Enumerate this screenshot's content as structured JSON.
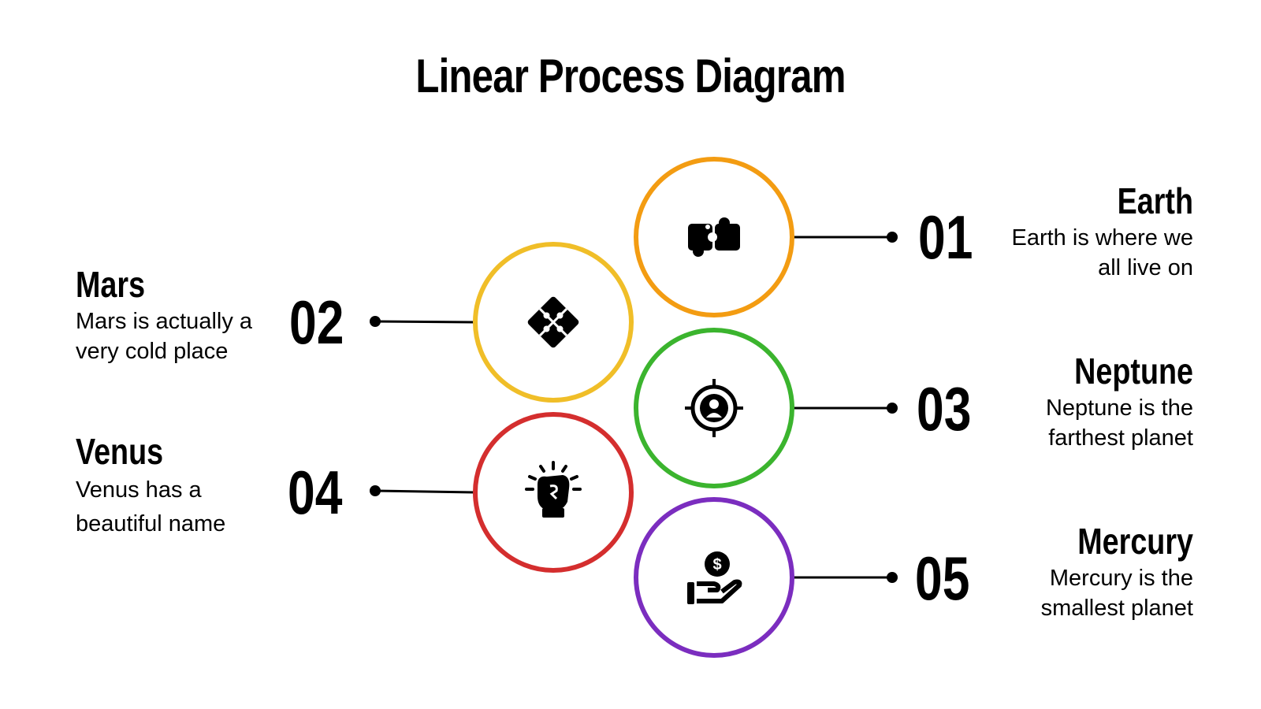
{
  "title": "Linear Process Diagram",
  "steps": [
    {
      "number": "01",
      "name": "Earth",
      "desc1": "Earth is where we",
      "desc2": "all live on",
      "color": "#F39C12",
      "icon": "puzzle-pieces-icon"
    },
    {
      "number": "02",
      "name": "Mars",
      "desc1": "Mars is actually a",
      "desc2": "very cold place",
      "color": "#F0BE28",
      "icon": "puzzle-diamond-icon"
    },
    {
      "number": "03",
      "name": "Neptune",
      "desc1": "Neptune is the",
      "desc2": "farthest planet",
      "color": "#3BB42E",
      "icon": "target-user-icon"
    },
    {
      "number": "04",
      "name": "Venus",
      "desc1": "Venus has a",
      "desc2": "beautiful name",
      "color": "#D42E2E",
      "icon": "raised-fist-icon"
    },
    {
      "number": "05",
      "name": "Mercury",
      "desc1": "Mercury is the",
      "desc2": "smallest planet",
      "color": "#7B2DBF",
      "icon": "hand-coin-icon"
    }
  ]
}
